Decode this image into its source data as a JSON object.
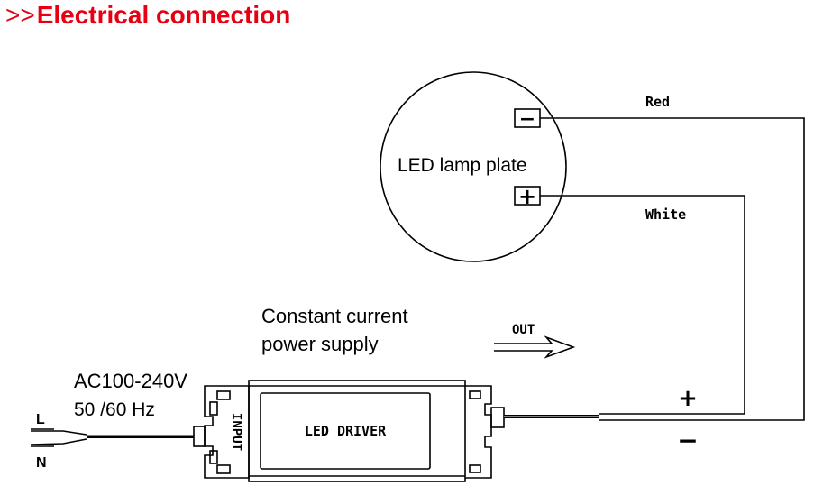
{
  "title": {
    "prefix": ">>",
    "text": "Electrical connection"
  },
  "colors": {
    "title": "#e60012",
    "line": "#000000"
  },
  "lamp": {
    "label": "LED lamp plate",
    "minus_symbol": "−",
    "plus_symbol": "+"
  },
  "wires": {
    "red": "Red",
    "white": "White"
  },
  "supply": {
    "line1": "Constant current",
    "line2": "power supply",
    "out_label": "OUT"
  },
  "driver": {
    "label": "LED DRIVER",
    "input_label": "INPUT",
    "output_plus": "+",
    "output_minus": "−"
  },
  "input": {
    "voltage": "AC100-240V",
    "frequency": "50 /60 Hz",
    "live": "L",
    "neutral": "N"
  }
}
